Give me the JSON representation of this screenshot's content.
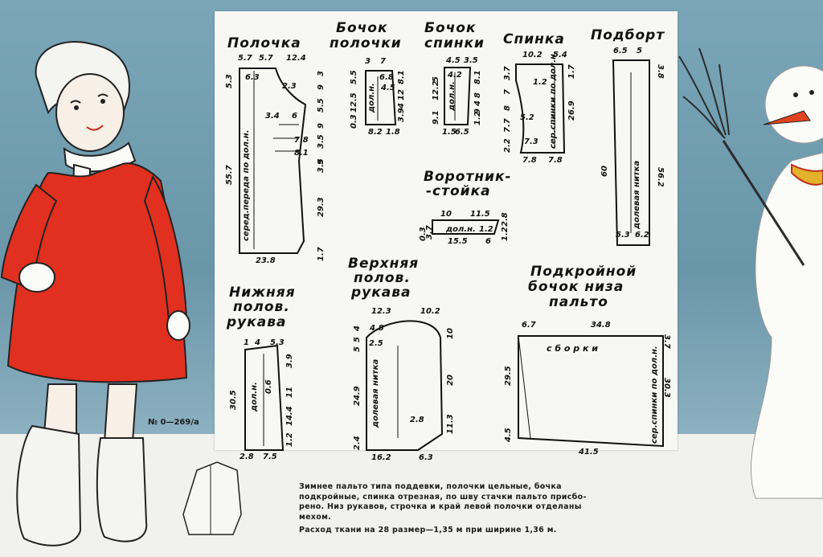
{
  "catalog_number": "№ 0—269/а",
  "pieces": {
    "polochka": {
      "title": "Полочка",
      "top_dims": [
        "5.7",
        "5.7",
        "12.4"
      ],
      "left_dims": [
        "5.3",
        "55.7"
      ],
      "right_dims": [
        "3",
        "9",
        "5.5",
        "9",
        "3.5",
        "9",
        "3.5",
        "29.3",
        "1.7"
      ],
      "inner": [
        "6.3",
        "2.3",
        "3.4",
        "6",
        "7.8",
        "8.1",
        "серед.переда по дол.н."
      ],
      "bottom": "23.8"
    },
    "bochok_polochki": {
      "title_line1": "Бочок",
      "title_line2": "полочки",
      "top_dims": [
        "3",
        "7"
      ],
      "left_dims": [
        "0.3",
        "12.5",
        "5.5"
      ],
      "right_dims": [
        "8.1",
        "12",
        "4",
        "3.9"
      ],
      "inner": [
        "6.8",
        "4.5",
        "дол.н."
      ],
      "bottom": [
        "8.2",
        "1.8"
      ]
    },
    "bochok_spinki": {
      "title_line1": "Бочок",
      "title_line2": "спинки",
      "top_dims": [
        "4.5",
        "3.5"
      ],
      "left_dims": [
        "9.1",
        "12.2",
        "5"
      ],
      "right_dims": [
        "8.1",
        "8",
        "4",
        "9",
        "1.2"
      ],
      "inner": [
        "4.2",
        "дол.н."
      ],
      "bottom": [
        "1.5",
        "6.5"
      ]
    },
    "spinka": {
      "title": "Спинка",
      "top_dims": [
        "10.2",
        "5.4"
      ],
      "left_dims": [
        "3.7",
        "7",
        "8",
        "7.7",
        "2.2"
      ],
      "right_dims": [
        "1.7",
        "26.9"
      ],
      "inner": [
        "1.2",
        "5.2",
        "7.3",
        "сер.спинки по дол.н."
      ],
      "bottom": [
        "7.8",
        "7.8"
      ]
    },
    "podbort": {
      "title": "Подборт",
      "top_dims": [
        "6.5",
        "5"
      ],
      "left": "60",
      "right": [
        "3.8",
        "56.2"
      ],
      "inner": "долевая нитка",
      "bottom": [
        "5.3",
        "6.2"
      ]
    },
    "vorotnik": {
      "title_line1": "Воротник-",
      "title_line2": "-стойка",
      "top_dims": [
        "10",
        "11.5"
      ],
      "inner": [
        "дол.н.",
        "1.2"
      ],
      "left": [
        "0.3",
        "3.7"
      ],
      "right": [
        "2.8",
        "1.2"
      ],
      "bottom": [
        "15.5",
        "6"
      ]
    },
    "nizhnyaya": {
      "title_line1": "Нижняя",
      "title_line2": "полов.",
      "title_line3": "рукава",
      "top_dims": [
        "1",
        "4",
        "5.3"
      ],
      "left": "30.5",
      "right": [
        "3.9",
        "11",
        "14.4",
        "1.2"
      ],
      "inner": [
        "0.6",
        "дол.н."
      ],
      "bottom": [
        "2.8",
        "7.5"
      ]
    },
    "verkhnyaya": {
      "title_line1": "Верхняя",
      "title_line2": "полов.",
      "title_line3": "рукава",
      "top_dims": [
        "12.3",
        "10.2"
      ],
      "left_dims": [
        "4",
        "5",
        "5",
        "24.9",
        "2.4"
      ],
      "inner": [
        "4.8",
        "2.5",
        "долевая нитка",
        "2.8"
      ],
      "right_dims": [
        "10",
        "20",
        "11.3"
      ],
      "bottom": [
        "16.2",
        "6.3"
      ]
    },
    "podkroyny": {
      "title_line1": "Подкройной",
      "title_line2": "бочок низа",
      "title_line3": "пальто",
      "top_dims": [
        "6.7",
        "34.8"
      ],
      "inner": [
        "с б о р к и",
        "сер.спинки по дол.н."
      ],
      "left": [
        "29.5",
        "4.5"
      ],
      "right": [
        "3.7",
        "30.3"
      ],
      "bottom": "41.5"
    }
  },
  "caption": {
    "line1": "Зимнее пальто типа поддевки, полочки цельные, бочка",
    "line2": "подкройные, спинка отрезная, по шву стачки пальто присбо-",
    "line3": "рено. Низ рукавов, строчка и край левой полочки отделаны",
    "line4": "мехом.",
    "line5": "Расход ткани на 28 размер—1,35 м при ширине 1,36 м."
  },
  "colors": {
    "coat": "#e1301f",
    "sky": "#6f9bae",
    "sheet": "#f7f7f3",
    "ink": "#111111",
    "carrot": "#e1431f"
  }
}
